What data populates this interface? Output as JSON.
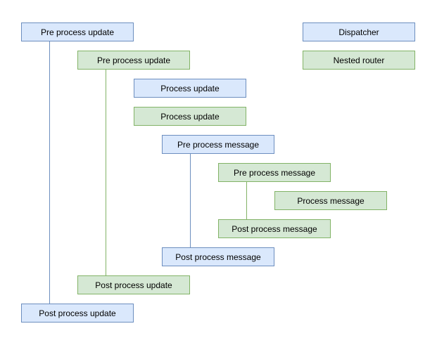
{
  "diagram": {
    "nodes": [
      {
        "label": "Pre process update",
        "variant": "blue"
      },
      {
        "label": "Dispatcher",
        "variant": "blue"
      },
      {
        "label": "Pre process update",
        "variant": "green"
      },
      {
        "label": "Nested router",
        "variant": "green"
      },
      {
        "label": "Process update",
        "variant": "blue"
      },
      {
        "label": "Process update",
        "variant": "green"
      },
      {
        "label": "Pre process message",
        "variant": "blue"
      },
      {
        "label": "Pre process message",
        "variant": "green"
      },
      {
        "label": "Process message",
        "variant": "green"
      },
      {
        "label": "Post process message",
        "variant": "green"
      },
      {
        "label": "Post process message",
        "variant": "blue"
      },
      {
        "label": "Post process update",
        "variant": "green"
      },
      {
        "label": "Post process update",
        "variant": "blue"
      }
    ],
    "connectors": [
      {
        "name": "update-lifeline-blue",
        "color": "#6c8ebf"
      },
      {
        "name": "update-lifeline-green",
        "color": "#82b366"
      },
      {
        "name": "message-lifeline-blue",
        "color": "#6c8ebf"
      },
      {
        "name": "message-lifeline-green",
        "color": "#82b366"
      }
    ],
    "colors": {
      "blue_fill": "#dae8fc",
      "blue_border": "#6c8ebf",
      "green_fill": "#d5e8d4",
      "green_border": "#82b366",
      "text": "#000000",
      "background": "#ffffff"
    }
  }
}
